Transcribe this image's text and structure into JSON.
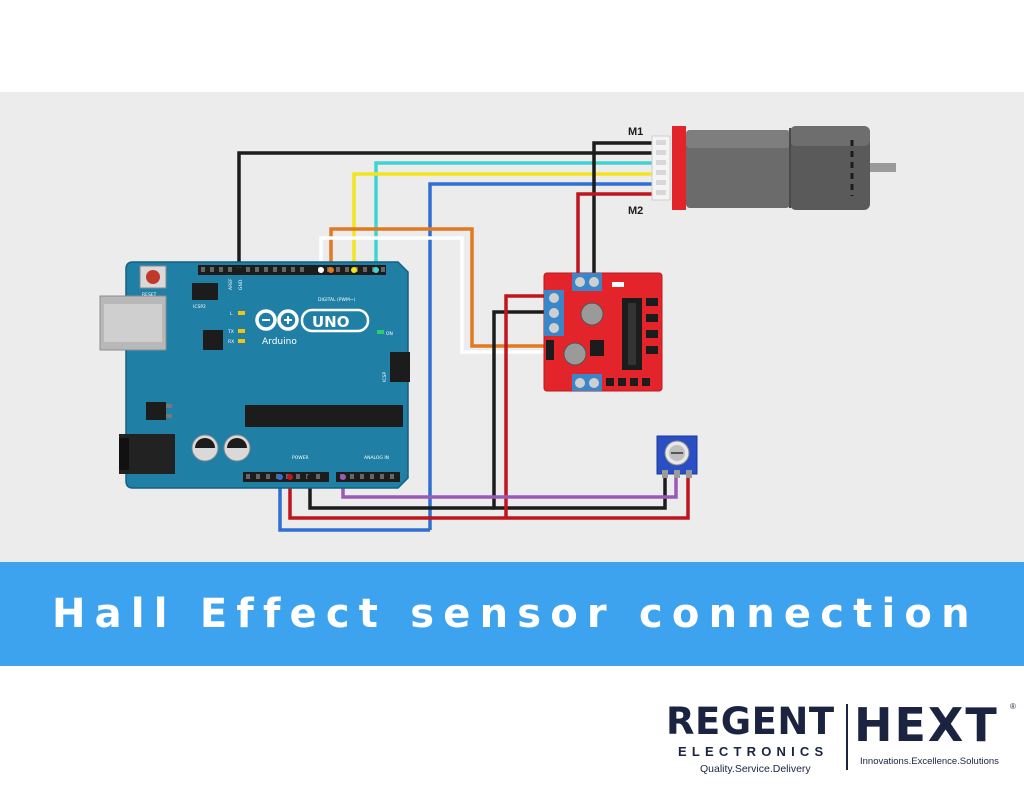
{
  "diagram": {
    "motor_labels": {
      "top": "M1",
      "bottom": "M2"
    },
    "arduino": {
      "reset_label": "RESET",
      "icsp2_label": "ICSP2",
      "icsp_label": "ICSP",
      "l_label": "L",
      "tx_label": "TX",
      "rx_label": "RX",
      "on_label": "ON",
      "brand": "Arduino",
      "model": "UNO",
      "digital_label": "DIGITAL (PWM~)",
      "power_label": "POWER",
      "analog_label": "ANALOG IN",
      "aref_label": "AREF",
      "gnd_label": "GND"
    },
    "wire_colors": {
      "black": "#1c1c1c",
      "red": "#c0151b",
      "yellow": "#f2e51e",
      "cyan": "#3fd3d3",
      "blue": "#2e6fd1",
      "orange": "#e07a22",
      "white": "#ffffff",
      "purple": "#9b59b6"
    },
    "board_color": "#1f7fa5",
    "driver_color": "#e3242b",
    "motor_color": "#5d5d5d",
    "pot_color": "#2a4fc4"
  },
  "banner": {
    "title": "Hall Effect sensor connection",
    "color": "#3ea3ef"
  },
  "logos": {
    "regent": {
      "name": "REGENT",
      "subtitle": "ELECTRONICS",
      "tagline": "Quality.Service.Delivery"
    },
    "hext": {
      "name": "HEXT",
      "reg_mark": "®",
      "tagline": "Innovations.Excellence.Solutions"
    }
  }
}
